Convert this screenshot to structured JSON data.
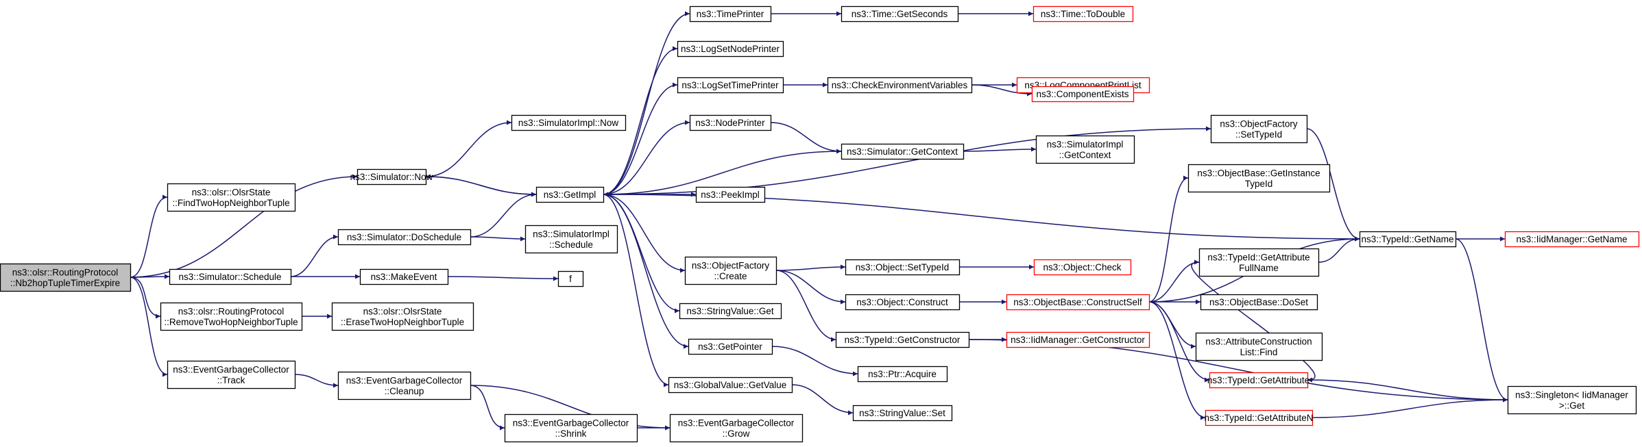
{
  "diagram": {
    "type": "call-graph",
    "colors": {
      "edge": "#191970",
      "node_border": "#000000",
      "truncated_border": "#ff0000",
      "root_fill": "#bfbfbf",
      "background": "#ffffff"
    },
    "nodes": [
      {
        "id": "root",
        "lines": [
          "ns3::olsr::RoutingProtocol",
          "::Nb2hopTupleTimerExpire"
        ],
        "kind": "root"
      },
      {
        "id": "find2hop",
        "lines": [
          "ns3::olsr::OlsrState",
          "::FindTwoHopNeighborTuple"
        ],
        "kind": "normal"
      },
      {
        "id": "simNow",
        "lines": [
          "ns3::Simulator::Now"
        ],
        "kind": "normal"
      },
      {
        "id": "simSchedule",
        "lines": [
          "ns3::Simulator::Schedule"
        ],
        "kind": "normal"
      },
      {
        "id": "remove2hop",
        "lines": [
          "ns3::olsr::RoutingProtocol",
          "::RemoveTwoHopNeighborTuple"
        ],
        "kind": "normal"
      },
      {
        "id": "gcTrack",
        "lines": [
          "ns3::EventGarbageCollector",
          "::Track"
        ],
        "kind": "normal"
      },
      {
        "id": "implNow",
        "lines": [
          "ns3::SimulatorImpl::Now"
        ],
        "kind": "normal"
      },
      {
        "id": "doSchedule",
        "lines": [
          "ns3::Simulator::DoSchedule"
        ],
        "kind": "normal"
      },
      {
        "id": "getImpl",
        "lines": [
          "ns3::GetImpl"
        ],
        "kind": "normal"
      },
      {
        "id": "implSchedule",
        "lines": [
          "ns3::SimulatorImpl",
          "::Schedule"
        ],
        "kind": "normal"
      },
      {
        "id": "makeEvent",
        "lines": [
          "ns3::MakeEvent"
        ],
        "kind": "normal"
      },
      {
        "id": "f",
        "lines": [
          "f"
        ],
        "kind": "normal"
      },
      {
        "id": "erase2hop",
        "lines": [
          "ns3::olsr::OlsrState",
          "::EraseTwoHopNeighborTuple"
        ],
        "kind": "normal"
      },
      {
        "id": "gcCleanup",
        "lines": [
          "ns3::EventGarbageCollector",
          "::Cleanup"
        ],
        "kind": "normal"
      },
      {
        "id": "gcShrink",
        "lines": [
          "ns3::EventGarbageCollector",
          "::Shrink"
        ],
        "kind": "normal"
      },
      {
        "id": "gcGrow",
        "lines": [
          "ns3::EventGarbageCollector",
          "::Grow"
        ],
        "kind": "normal"
      },
      {
        "id": "timePrinter",
        "lines": [
          "ns3::TimePrinter"
        ],
        "kind": "normal"
      },
      {
        "id": "logSetNodePrinter",
        "lines": [
          "ns3::LogSetNodePrinter"
        ],
        "kind": "normal"
      },
      {
        "id": "logSetTimePrinter",
        "lines": [
          "ns3::LogSetTimePrinter"
        ],
        "kind": "normal"
      },
      {
        "id": "nodePrinter",
        "lines": [
          "ns3::NodePrinter"
        ],
        "kind": "normal"
      },
      {
        "id": "peekImpl",
        "lines": [
          "ns3::PeekImpl"
        ],
        "kind": "normal"
      },
      {
        "id": "ofCreate",
        "lines": [
          "ns3::ObjectFactory",
          "::Create"
        ],
        "kind": "normal"
      },
      {
        "id": "stringValueGet",
        "lines": [
          "ns3::StringValue::Get"
        ],
        "kind": "normal"
      },
      {
        "id": "getPointer",
        "lines": [
          "ns3::GetPointer"
        ],
        "kind": "normal"
      },
      {
        "id": "globalValueGet",
        "lines": [
          "ns3::GlobalValue::GetValue"
        ],
        "kind": "normal"
      },
      {
        "id": "timeGetSeconds",
        "lines": [
          "ns3::Time::GetSeconds"
        ],
        "kind": "normal"
      },
      {
        "id": "timeToDouble",
        "lines": [
          "ns3::Time::ToDouble"
        ],
        "kind": "truncated"
      },
      {
        "id": "checkEnv",
        "lines": [
          "ns3::CheckEnvironmentVariables"
        ],
        "kind": "normal"
      },
      {
        "id": "logCompPrint",
        "lines": [
          "ns3::LogComponentPrintList"
        ],
        "kind": "truncated"
      },
      {
        "id": "compExists",
        "lines": [
          "ns3::ComponentExists"
        ],
        "kind": "truncated"
      },
      {
        "id": "simGetContext",
        "lines": [
          "ns3::Simulator::GetContext"
        ],
        "kind": "normal"
      },
      {
        "id": "implGetContext",
        "lines": [
          "ns3::SimulatorImpl",
          "::GetContext"
        ],
        "kind": "normal"
      },
      {
        "id": "objSetTypeId",
        "lines": [
          "ns3::Object::SetTypeId"
        ],
        "kind": "normal"
      },
      {
        "id": "objCheck",
        "lines": [
          "ns3::Object::Check"
        ],
        "kind": "truncated"
      },
      {
        "id": "objConstruct",
        "lines": [
          "ns3::Object::Construct"
        ],
        "kind": "normal"
      },
      {
        "id": "typeIdGetCtor",
        "lines": [
          "ns3::TypeId::GetConstructor"
        ],
        "kind": "normal"
      },
      {
        "id": "iidGetCtor",
        "lines": [
          "ns3::IidManager::GetConstructor"
        ],
        "kind": "truncated"
      },
      {
        "id": "ptrAcquire",
        "lines": [
          "ns3::Ptr::Acquire"
        ],
        "kind": "normal"
      },
      {
        "id": "stringValueSet",
        "lines": [
          "ns3::StringValue::Set"
        ],
        "kind": "normal"
      },
      {
        "id": "ofSetTypeId",
        "lines": [
          "ns3::ObjectFactory",
          "::SetTypeId"
        ],
        "kind": "normal"
      },
      {
        "id": "obGetInstTid",
        "lines": [
          "ns3::ObjectBase::GetInstance",
          "TypeId"
        ],
        "kind": "normal"
      },
      {
        "id": "obConstructSelf",
        "lines": [
          "ns3::ObjectBase::ConstructSelf"
        ],
        "kind": "truncated"
      },
      {
        "id": "tidGetAttrFull",
        "lines": [
          "ns3::TypeId::GetAttribute",
          "FullName"
        ],
        "kind": "normal"
      },
      {
        "id": "obDoSet",
        "lines": [
          "ns3::ObjectBase::DoSet"
        ],
        "kind": "normal"
      },
      {
        "id": "attrConsFind",
        "lines": [
          "ns3::AttributeConstruction",
          "List::Find"
        ],
        "kind": "normal"
      },
      {
        "id": "tidGetAttr",
        "lines": [
          "ns3::TypeId::GetAttribute"
        ],
        "kind": "truncated"
      },
      {
        "id": "tidGetAttrN",
        "lines": [
          "ns3::TypeId::GetAttributeN"
        ],
        "kind": "truncated"
      },
      {
        "id": "tidGetName",
        "lines": [
          "ns3::TypeId::GetName"
        ],
        "kind": "normal"
      },
      {
        "id": "iidGetName",
        "lines": [
          "ns3::IidManager::GetName"
        ],
        "kind": "truncated"
      },
      {
        "id": "singletonGet",
        "lines": [
          "ns3::Singleton< IidManager",
          " >::Get"
        ],
        "kind": "normal"
      }
    ],
    "edges": [
      [
        "root",
        "find2hop"
      ],
      [
        "root",
        "simNow"
      ],
      [
        "root",
        "simSchedule"
      ],
      [
        "root",
        "remove2hop"
      ],
      [
        "root",
        "gcTrack"
      ],
      [
        "simNow",
        "implNow"
      ],
      [
        "simNow",
        "getImpl"
      ],
      [
        "simSchedule",
        "doSchedule"
      ],
      [
        "simSchedule",
        "makeEvent"
      ],
      [
        "doSchedule",
        "getImpl"
      ],
      [
        "doSchedule",
        "implSchedule"
      ],
      [
        "makeEvent",
        "f"
      ],
      [
        "remove2hop",
        "erase2hop"
      ],
      [
        "gcTrack",
        "gcCleanup"
      ],
      [
        "gcCleanup",
        "gcShrink"
      ],
      [
        "gcCleanup",
        "gcGrow"
      ],
      [
        "gcShrink",
        "gcGrow"
      ],
      [
        "getImpl",
        "timePrinter"
      ],
      [
        "getImpl",
        "logSetNodePrinter"
      ],
      [
        "getImpl",
        "logSetTimePrinter"
      ],
      [
        "getImpl",
        "nodePrinter"
      ],
      [
        "getImpl",
        "simNow"
      ],
      [
        "getImpl",
        "peekImpl"
      ],
      [
        "getImpl",
        "ofCreate"
      ],
      [
        "getImpl",
        "stringValueGet"
      ],
      [
        "getImpl",
        "getPointer"
      ],
      [
        "getImpl",
        "globalValueGet"
      ],
      [
        "getImpl",
        "ofSetTypeId"
      ],
      [
        "getImpl",
        "tidGetName"
      ],
      [
        "timePrinter",
        "timeGetSeconds"
      ],
      [
        "timeGetSeconds",
        "timeToDouble"
      ],
      [
        "logSetTimePrinter",
        "checkEnv"
      ],
      [
        "checkEnv",
        "logCompPrint"
      ],
      [
        "checkEnv",
        "compExists"
      ],
      [
        "nodePrinter",
        "simGetContext"
      ],
      [
        "simGetContext",
        "getImpl"
      ],
      [
        "simGetContext",
        "implGetContext"
      ],
      [
        "ofCreate",
        "objSetTypeId"
      ],
      [
        "ofCreate",
        "objConstruct"
      ],
      [
        "ofCreate",
        "typeIdGetCtor"
      ],
      [
        "objSetTypeId",
        "objCheck"
      ],
      [
        "objConstruct",
        "obConstructSelf"
      ],
      [
        "typeIdGetCtor",
        "iidGetCtor"
      ],
      [
        "typeIdGetCtor",
        "singletonGet"
      ],
      [
        "getPointer",
        "ptrAcquire"
      ],
      [
        "globalValueGet",
        "stringValueSet"
      ],
      [
        "ofSetTypeId",
        "tidGetName"
      ],
      [
        "obConstructSelf",
        "obGetInstTid"
      ],
      [
        "obConstructSelf",
        "tidGetName"
      ],
      [
        "obConstructSelf",
        "tidGetAttrFull"
      ],
      [
        "obConstructSelf",
        "obDoSet"
      ],
      [
        "obConstructSelf",
        "attrConsFind"
      ],
      [
        "obConstructSelf",
        "tidGetAttr"
      ],
      [
        "obConstructSelf",
        "tidGetAttrN"
      ],
      [
        "tidGetAttrFull",
        "tidGetName"
      ],
      [
        "tidGetAttrFull",
        "tidGetAttr"
      ],
      [
        "tidGetName",
        "iidGetName"
      ],
      [
        "tidGetName",
        "singletonGet"
      ],
      [
        "tidGetAttr",
        "singletonGet"
      ],
      [
        "tidGetAttrN",
        "singletonGet"
      ]
    ]
  }
}
